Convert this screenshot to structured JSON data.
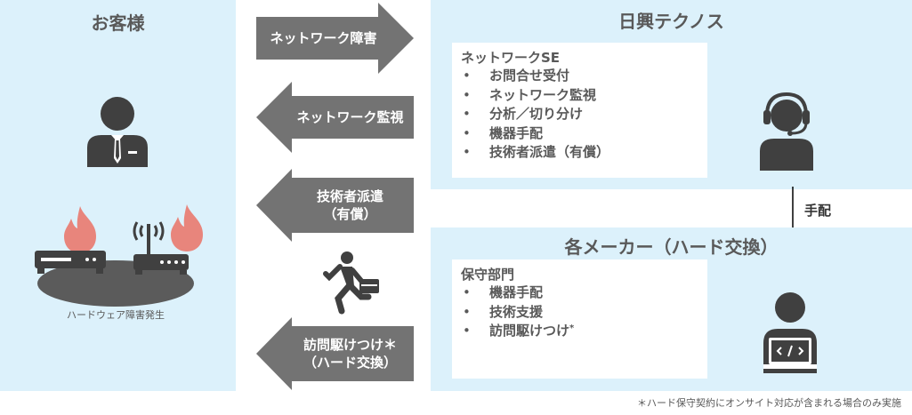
{
  "customer": {
    "title": "お客様",
    "hardware_label": "ハードウェア障害発生"
  },
  "nikko": {
    "title": "日興テクノス",
    "box_heading": "ネットワークSE",
    "bullet": "•",
    "items": [
      "お問合せ受付",
      "ネットワーク監視",
      "分析／切り分け",
      "機器手配",
      "技術者派遣（有償）"
    ]
  },
  "maker": {
    "title": "各メーカー（ハード交換）",
    "box_heading": "保守部門",
    "items": [
      "機器手配",
      "技術支援",
      "訪問駆けつけ"
    ],
    "asterisk": "*"
  },
  "arrows": {
    "network_failure": "ネットワーク障害",
    "network_monitoring": "ネットワーク監視",
    "dispatch_line1": "技術者派遣",
    "dispatch_line2": "（有償）",
    "visit_line1": "訪問駆けつけ＊",
    "visit_line2": "（ハード交換）"
  },
  "arrangement_label": "手配",
  "footnote": "＊ハード保守契約にオンサイト対応が含まれる場合のみ実施",
  "colors": {
    "panel": "#dcf1fb",
    "arrow": "#737373",
    "figure": "#404040",
    "flame": "#e8857c",
    "text": "#595959"
  }
}
